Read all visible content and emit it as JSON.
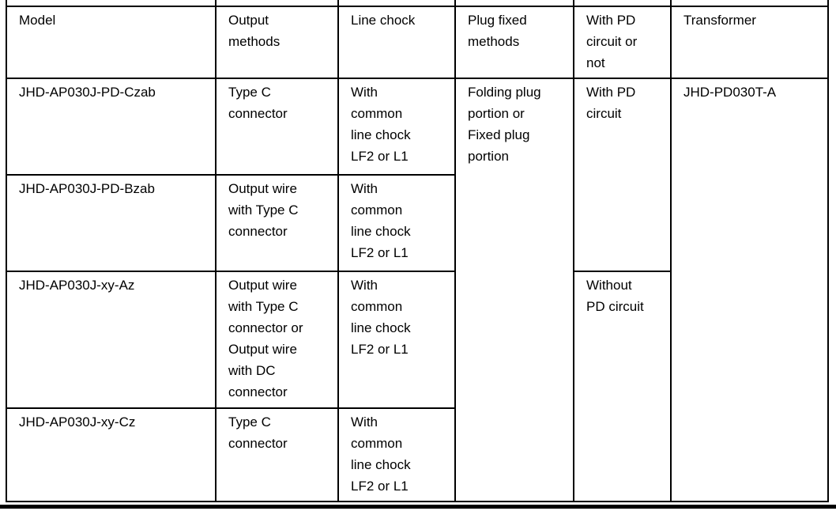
{
  "colors": {
    "border": "#000000",
    "text": "#000000",
    "page_background": "#ffffff"
  },
  "table": {
    "headers": [
      "Model",
      "Output\nmethods",
      "Line chock",
      "Plug fixed\nmethods",
      "With PD\ncircuit or\nnot",
      "Transformer"
    ],
    "rows": [
      {
        "model": "JHD-AP030J-PD-Czab",
        "output_methods": "Type C\nconnector",
        "line_chock": "With\ncommon\nline chock\nLF2 or L1",
        "plug_fixed_methods": "Folding plug\nportion or\nFixed plug\nportion",
        "pd_circuit": "With PD\ncircuit",
        "transformer": "JHD-PD030T-A"
      },
      {
        "model": "JHD-AP030J-PD-Bzab",
        "output_methods": "Output wire\nwith Type C\nconnector",
        "line_chock": "With\ncommon\nline chock\nLF2 or L1"
      },
      {
        "model": "JHD-AP030J-xy-Az",
        "output_methods": "Output wire\nwith Type C\nconnector or\nOutput wire\nwith DC\nconnector",
        "line_chock": "With\ncommon\nline chock\nLF2 or L1",
        "pd_circuit": "Without\nPD circuit"
      },
      {
        "model": "JHD-AP030J-xy-Cz",
        "output_methods": "Type C\nconnector",
        "line_chock": "With\ncommon\nline chock\nLF2 or L1"
      }
    ]
  }
}
